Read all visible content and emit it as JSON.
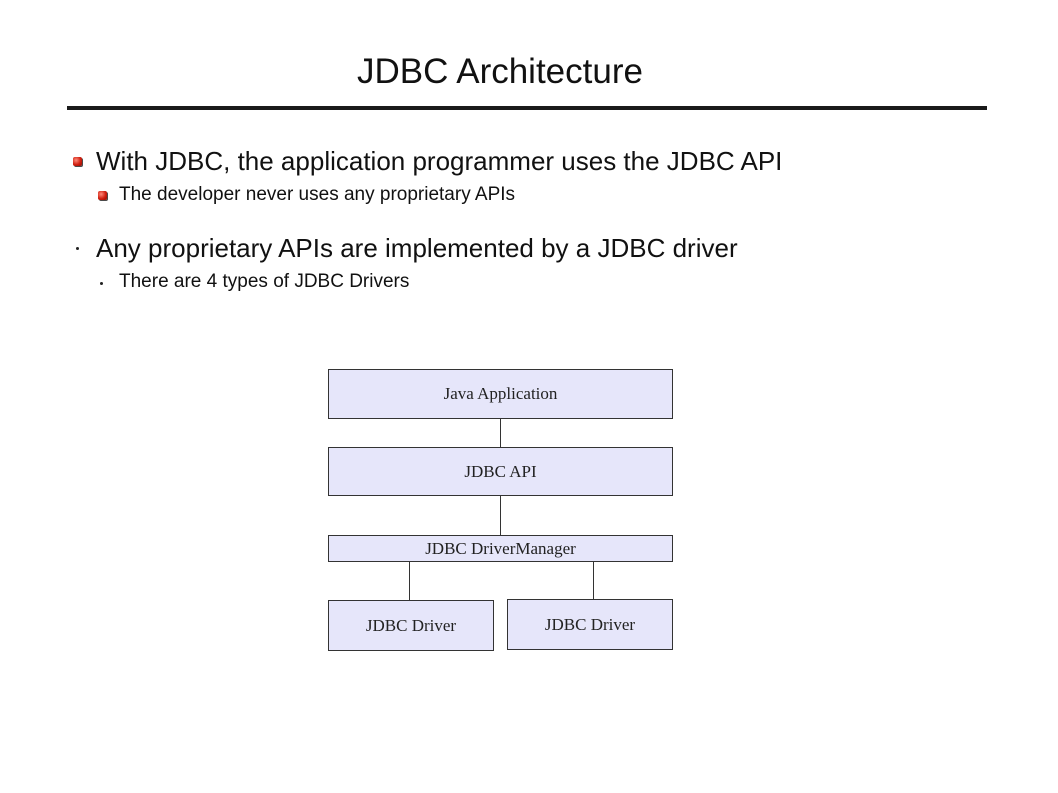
{
  "slide": {
    "title": "JDBC Architecture"
  },
  "bullets": [
    {
      "text": "With JDBC, the application programmer uses the JDBC API",
      "marker": "red-square-bullet",
      "sub": {
        "text": "The developer never uses any proprietary APIs",
        "marker": "red-square-bullet"
      }
    },
    {
      "text": "Any proprietary APIs are implemented by a JDBC driver",
      "marker": "dot-bullet",
      "sub": {
        "text": "There are 4 types of JDBC Drivers",
        "marker": "dot-bullet"
      }
    }
  ],
  "diagram": {
    "java_application": "Java Application",
    "jdbc_api": "JDBC API",
    "driver_manager": "JDBC DriverManager",
    "driver_left": "JDBC Driver",
    "driver_right": "JDBC Driver",
    "box_fill": "#e6e6fa"
  },
  "colors": {
    "bullet_red": "#d01f10",
    "text": "#111111"
  }
}
